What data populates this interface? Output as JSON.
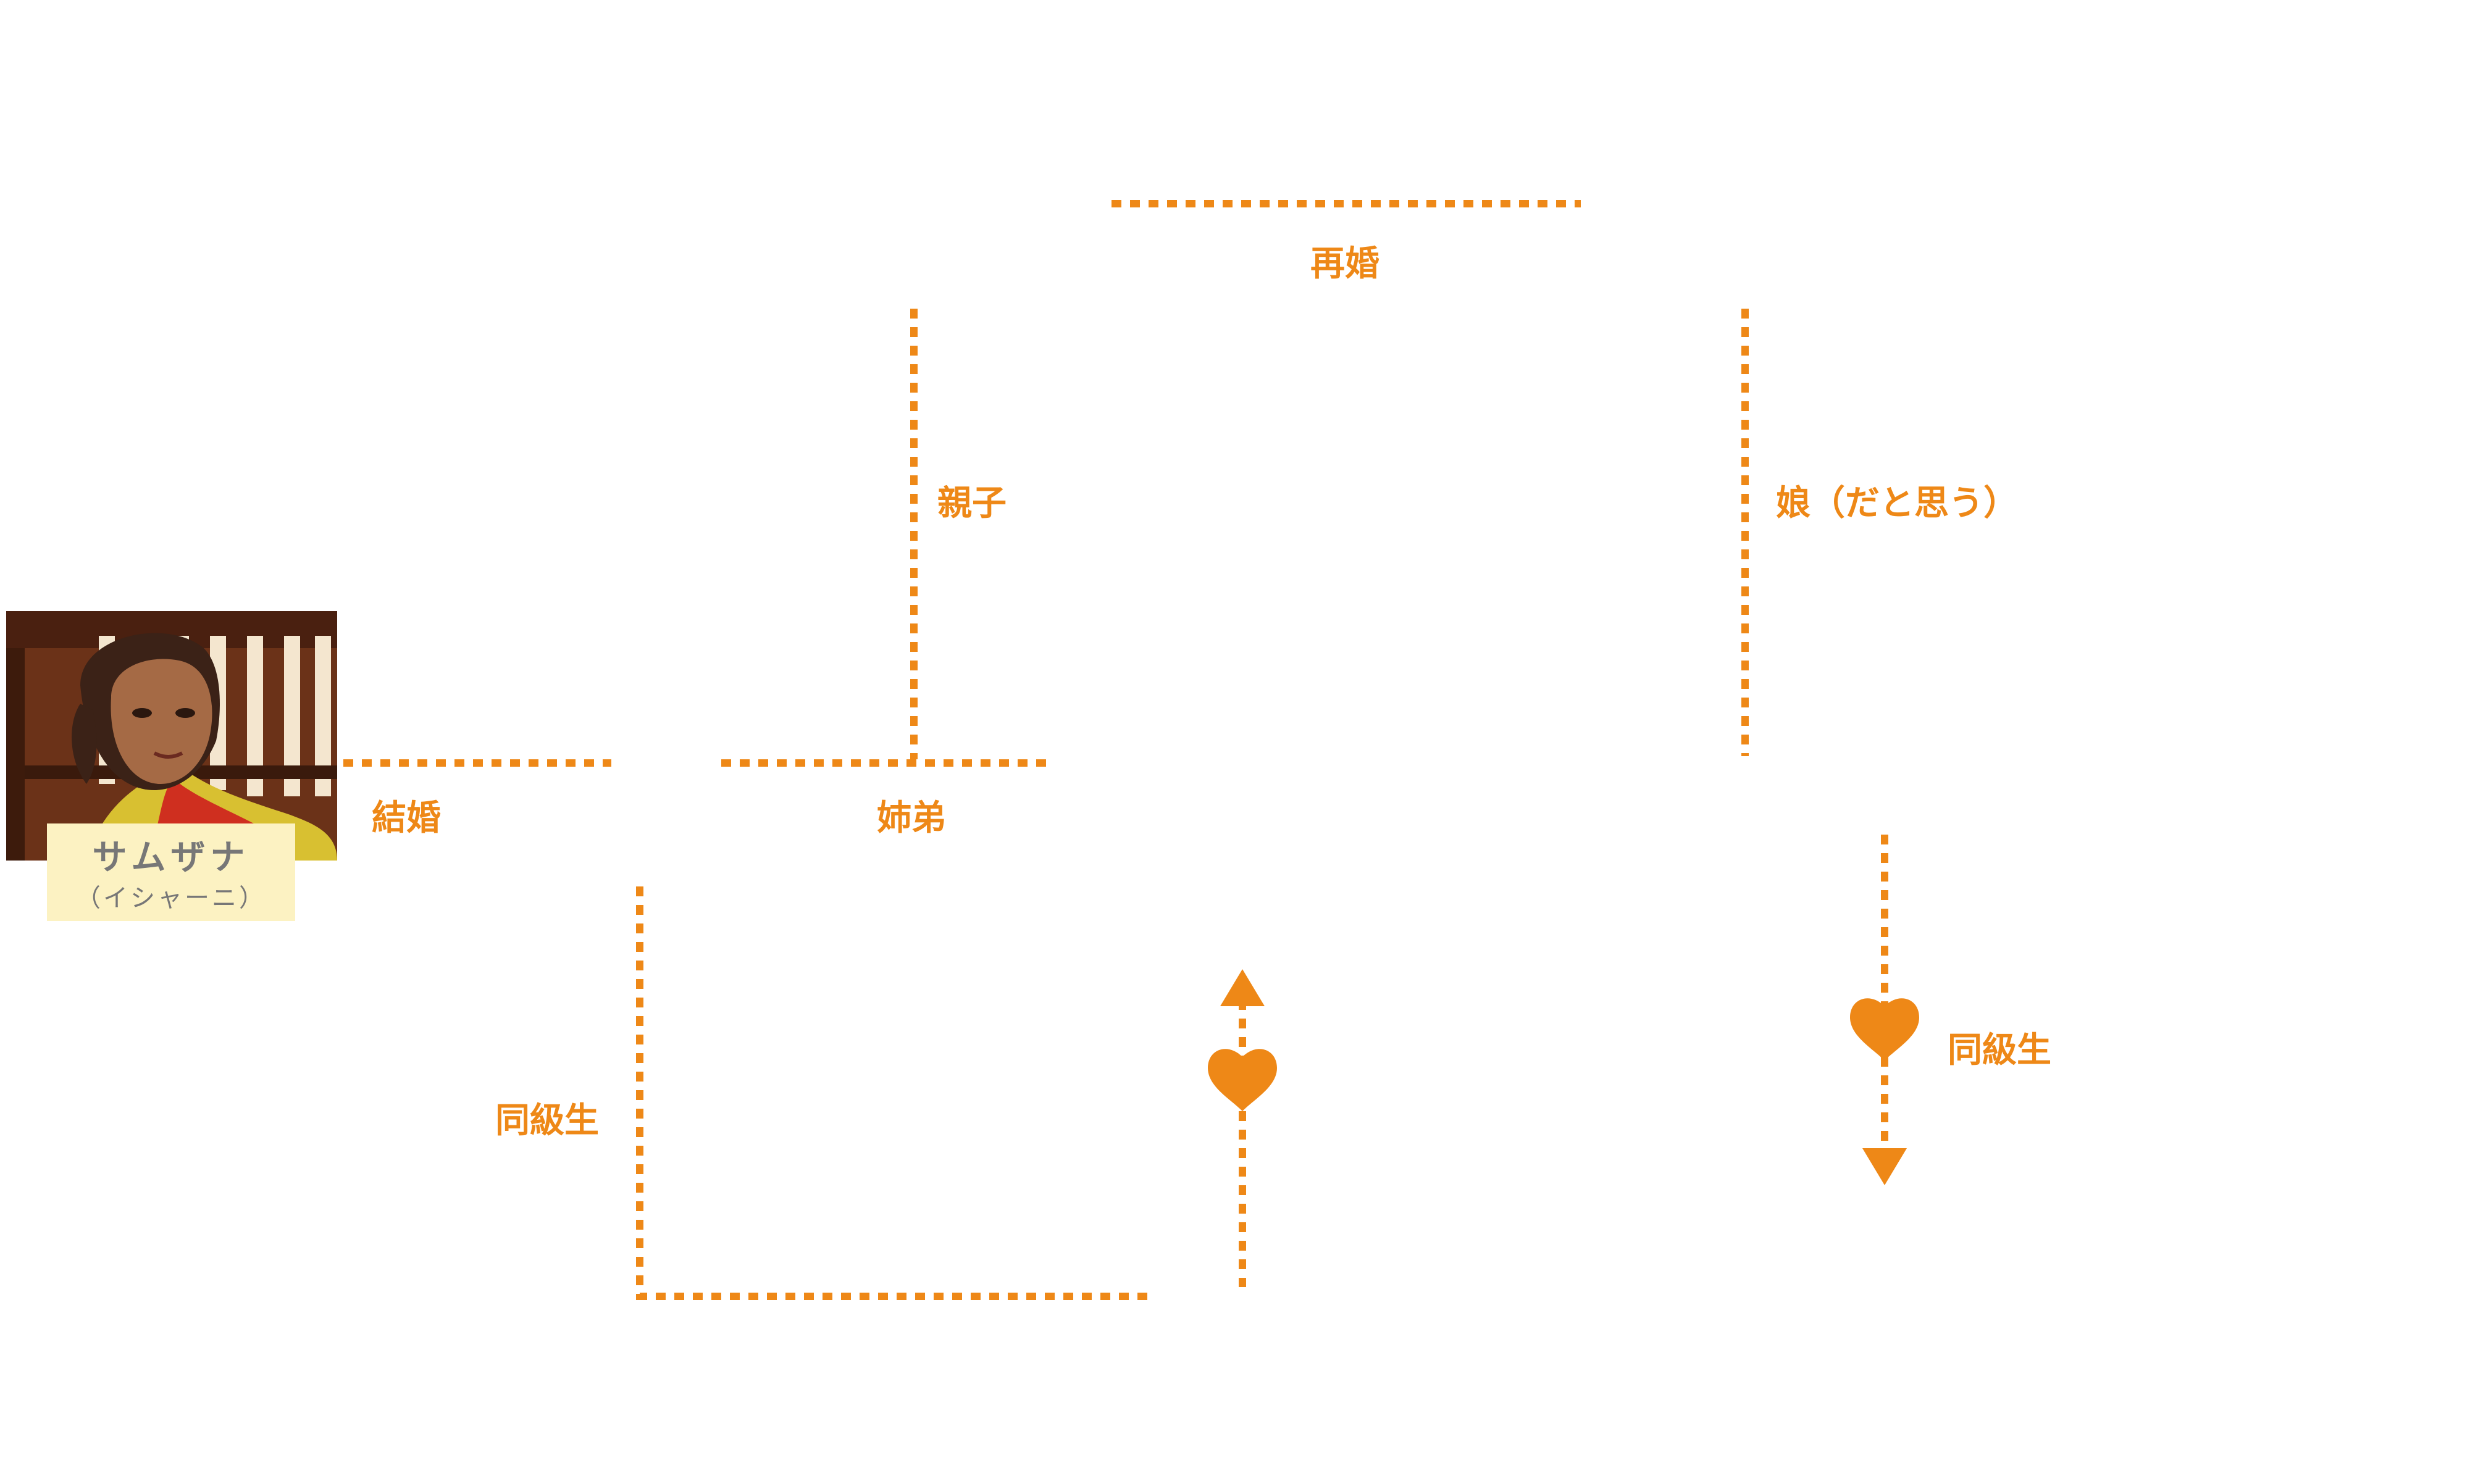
{
  "colors": {
    "accent": "#ee8817",
    "name_card_bg": "#fcf2c2",
    "name_text": "#777777"
  },
  "character": {
    "name": "サムザナ",
    "actor": "（イシャーニ）",
    "photo": "woman-portrait-photo"
  },
  "relations": {
    "remarriage": "再婚",
    "parent_child": "親子",
    "daughter_guess": "娘（だと思う）",
    "marriage": "結婚",
    "siblings": "姉弟",
    "classmates_left": "同級生",
    "classmates_right": "同級生"
  },
  "icons": [
    "heart-icon",
    "arrow-up-icon",
    "arrow-down-icon"
  ]
}
